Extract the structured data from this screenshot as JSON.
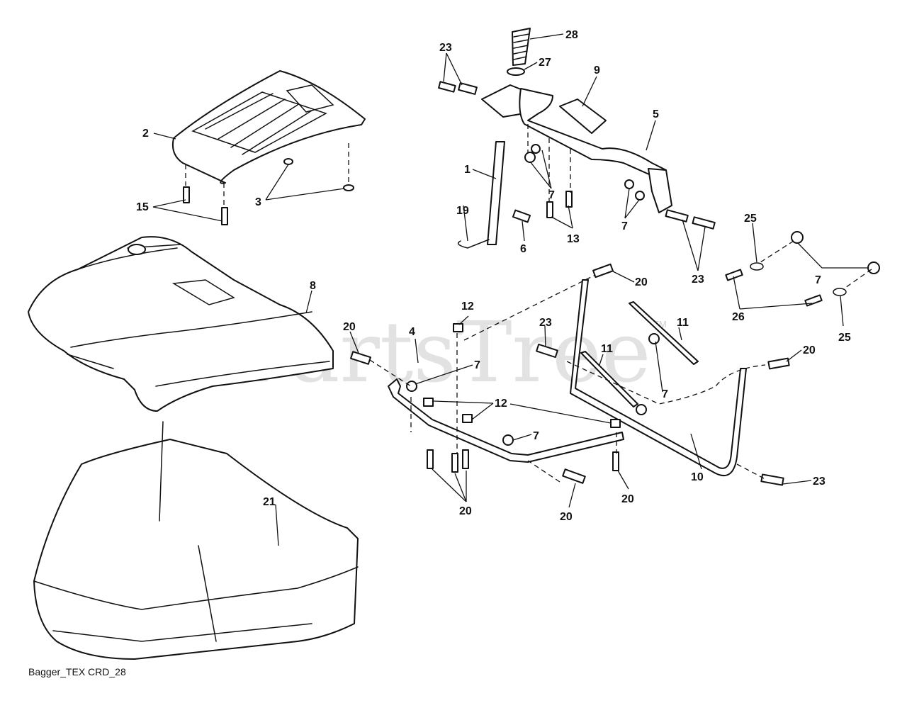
{
  "diagram": {
    "watermark": "PartsTree",
    "watermark_mark": "TM",
    "caption": "Bagger_TEX CRD_28",
    "callouts": [
      {
        "id": "c28",
        "text": "28"
      },
      {
        "id": "c27",
        "text": "27"
      },
      {
        "id": "c23a",
        "text": "23"
      },
      {
        "id": "c9",
        "text": "9"
      },
      {
        "id": "c5",
        "text": "5"
      },
      {
        "id": "c2",
        "text": "2"
      },
      {
        "id": "c3",
        "text": "3"
      },
      {
        "id": "c15",
        "text": "15"
      },
      {
        "id": "c1",
        "text": "1"
      },
      {
        "id": "c19",
        "text": "19"
      },
      {
        "id": "c6",
        "text": "6"
      },
      {
        "id": "c7a",
        "text": "7"
      },
      {
        "id": "c13",
        "text": "13"
      },
      {
        "id": "c7b",
        "text": "7"
      },
      {
        "id": "c23b",
        "text": "23"
      },
      {
        "id": "c25a",
        "text": "25"
      },
      {
        "id": "c7c",
        "text": "7"
      },
      {
        "id": "c26",
        "text": "26"
      },
      {
        "id": "c25b",
        "text": "25"
      },
      {
        "id": "c8",
        "text": "8"
      },
      {
        "id": "c20a",
        "text": "20"
      },
      {
        "id": "c4",
        "text": "4"
      },
      {
        "id": "c12a",
        "text": "12"
      },
      {
        "id": "c7d",
        "text": "7"
      },
      {
        "id": "c20b",
        "text": "20"
      },
      {
        "id": "c23c",
        "text": "23"
      },
      {
        "id": "c11a",
        "text": "11"
      },
      {
        "id": "c11b",
        "text": "11"
      },
      {
        "id": "c20c",
        "text": "20"
      },
      {
        "id": "c7e",
        "text": "7"
      },
      {
        "id": "c12b",
        "text": "12"
      },
      {
        "id": "c7f",
        "text": "7"
      },
      {
        "id": "c21",
        "text": "21"
      },
      {
        "id": "c20d",
        "text": "20"
      },
      {
        "id": "c20e",
        "text": "20"
      },
      {
        "id": "c20f",
        "text": "20"
      },
      {
        "id": "c10",
        "text": "10"
      },
      {
        "id": "c23d",
        "text": "23"
      }
    ]
  }
}
